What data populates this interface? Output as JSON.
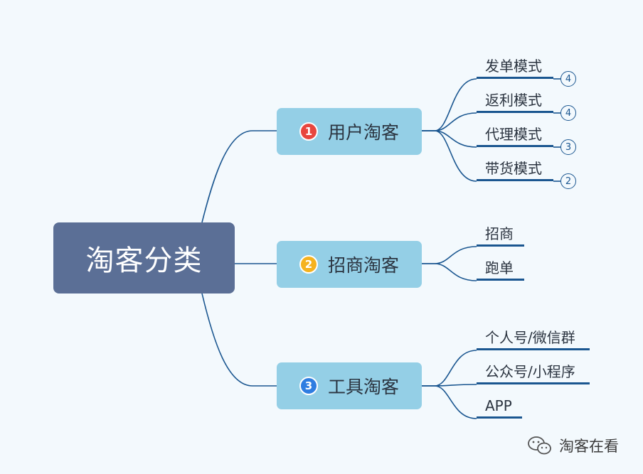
{
  "root": {
    "label": "淘客分类"
  },
  "branches": [
    {
      "label": "用户淘客",
      "badge": "1",
      "badge_color": "#e8463e",
      "leaves": [
        {
          "label": "发单模式",
          "count": "4"
        },
        {
          "label": "返利模式",
          "count": "4"
        },
        {
          "label": "代理模式",
          "count": "3"
        },
        {
          "label": "带货模式",
          "count": "2"
        }
      ]
    },
    {
      "label": "招商淘客",
      "badge": "2",
      "badge_color": "#f5b21e",
      "leaves": [
        {
          "label": "招商"
        },
        {
          "label": "跑单"
        }
      ]
    },
    {
      "label": "工具淘客",
      "badge": "3",
      "badge_color": "#2f7de1",
      "leaves": [
        {
          "label": "个人号/微信群"
        },
        {
          "label": "公众号/小程序"
        },
        {
          "label": "APP"
        }
      ]
    }
  ],
  "watermark": {
    "text": "淘客在看"
  },
  "colors": {
    "line": "#1a5690",
    "root_fill": "#5b6f96",
    "branch_fill": "#94cfe6"
  }
}
